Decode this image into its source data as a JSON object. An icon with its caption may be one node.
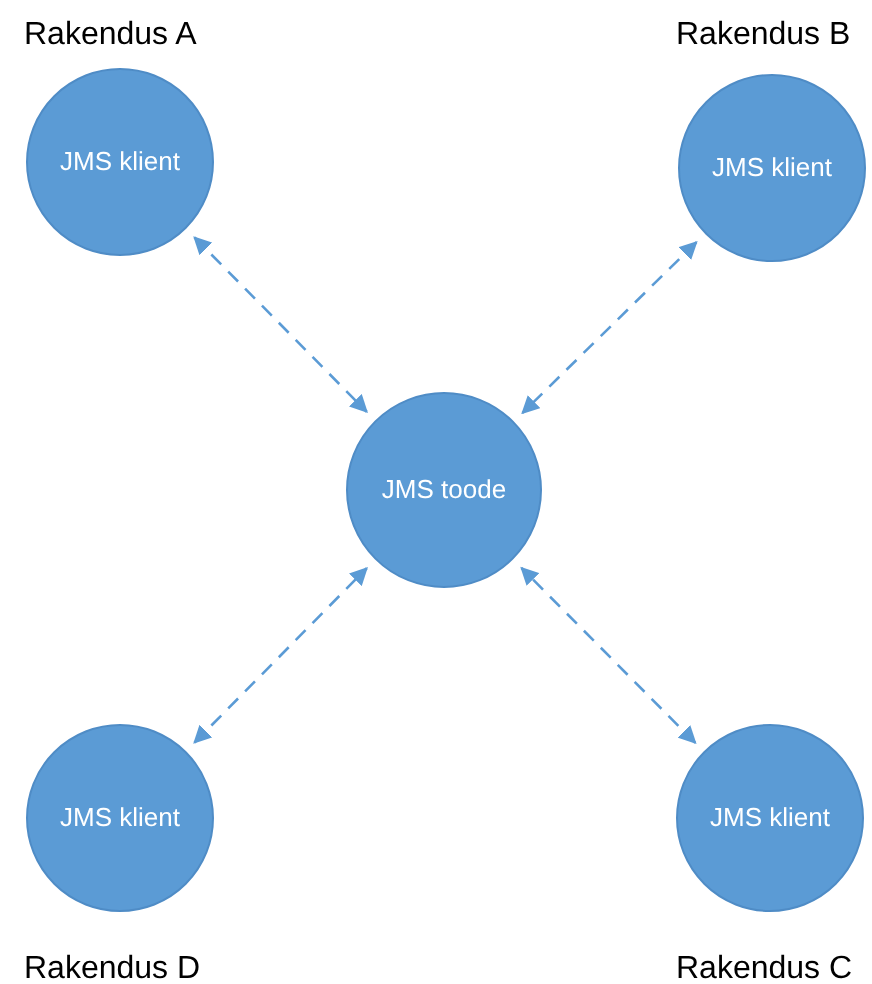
{
  "diagram": {
    "nodes": [
      {
        "text": [
          "JMS klient"
        ],
        "beside": [
          "Rakendus A"
        ]
      },
      {
        "text": [
          "JMS klient"
        ],
        "beside": [
          "Rakendus B"
        ]
      },
      {
        "text": [
          "JMS toode"
        ]
      },
      {
        "text": [
          "JMS klient"
        ],
        "beside": [
          "Rakendus D"
        ]
      },
      {
        "text": [
          "JMS klient"
        ],
        "beside": [
          "Rakendus C"
        ]
      }
    ],
    "edges": [
      {
        "from": 0,
        "to": 2,
        "arrow": "both",
        "style": "dashed"
      },
      {
        "from": 1,
        "to": 2,
        "arrow": "both",
        "style": "dashed"
      },
      {
        "from": 3,
        "to": 2,
        "arrow": "both",
        "style": "dashed"
      },
      {
        "from": 4,
        "to": 2,
        "arrow": "both",
        "style": "dashed"
      }
    ]
  }
}
